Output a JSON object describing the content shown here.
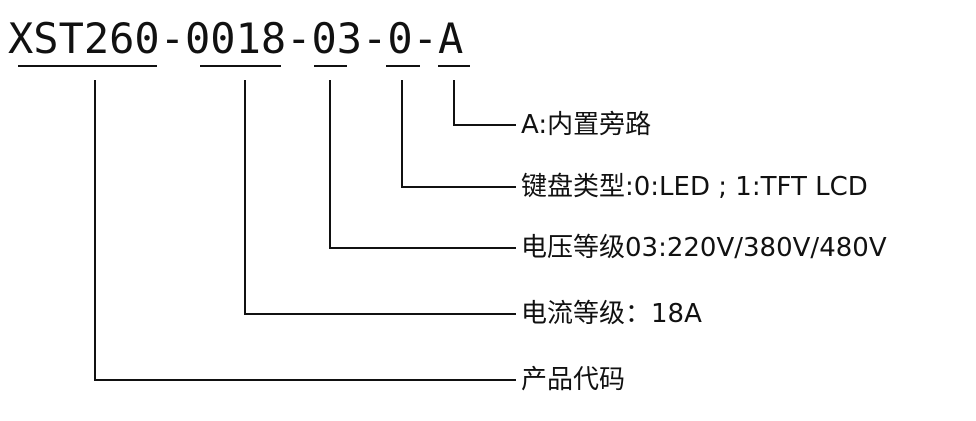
{
  "code": {
    "segments": [
      {
        "text": "XST260"
      },
      {
        "text": "-"
      },
      {
        "text": "0018"
      },
      {
        "text": "-"
      },
      {
        "text": "03"
      },
      {
        "text": "-"
      },
      {
        "text": "0"
      },
      {
        "text": "-"
      },
      {
        "text": "A"
      }
    ]
  },
  "labels": {
    "bypass": "A:内置旁路",
    "keyboard": "键盘类型:0:LED ; 1:TFT LCD",
    "voltage": "电压等级03:220V/380V/480V",
    "current": "电流等级：18A",
    "product": "产品代码"
  }
}
